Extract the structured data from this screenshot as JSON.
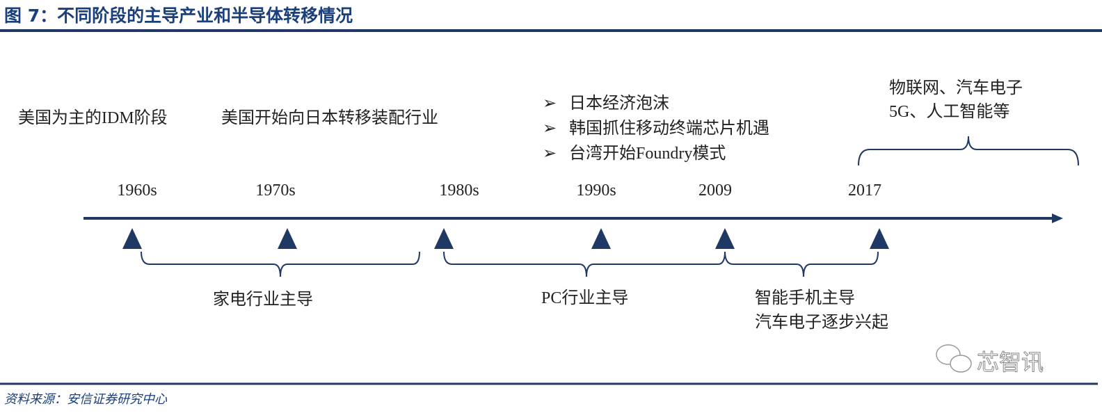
{
  "title": "图 7：不同阶段的主导产业和半导体转移情况",
  "colors": {
    "primary": "#1f3864",
    "title": "#1a3f7a"
  },
  "timeline": {
    "years": [
      "1960s",
      "1970s",
      "1980s",
      "1990s",
      "2009",
      "2017"
    ]
  },
  "top_labels": {
    "idm": "美国为主的IDM阶段",
    "transfer": "美国开始向日本转移装配行业",
    "bullets": [
      "日本经济泡沫",
      "韩国抓住移动终端芯片机遇",
      "台湾开始Foundry模式"
    ],
    "bullet_icon": "➢",
    "future": [
      "物联网、汽车电子",
      "5G、人工智能等"
    ]
  },
  "bottom_labels": {
    "appliance": "家电行业主导",
    "pc": "PC行业主导",
    "smartphone": [
      "智能手机主导",
      "汽车电子逐步兴起"
    ]
  },
  "watermark": "芯智讯",
  "source": "资料来源：安信证券研究中心"
}
